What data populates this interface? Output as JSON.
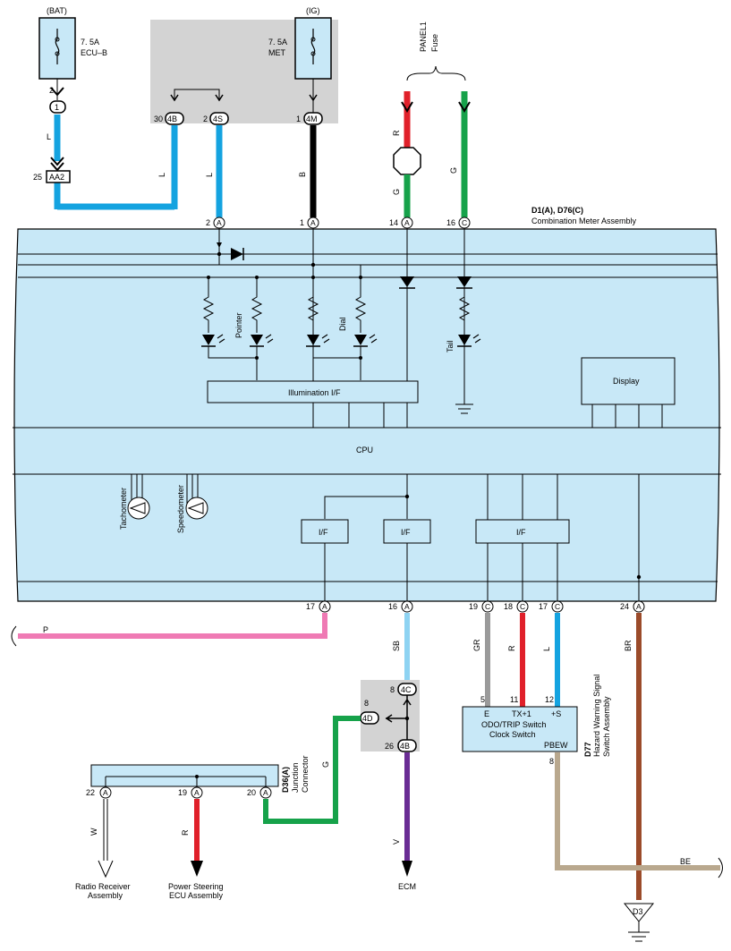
{
  "colors": {
    "meter_fill": "#c8e8f7",
    "relay_gray": "#d3d3d3",
    "wire_L": "#14a3e0",
    "wire_B": "#000000",
    "wire_R": "#e0202a",
    "wire_G": "#16a24a",
    "wire_P": "#ef7ab4",
    "wire_SB": "#8ed3f2",
    "wire_V": "#6a2c94",
    "wire_GR": "#9a9a9a",
    "wire_BR": "#9b4b2a",
    "wire_BE": "#b9a88e",
    "wire_W": "#ffffff"
  },
  "top": {
    "bat": "(BAT)",
    "ig": "(IG)",
    "fuse_bat_amp": "7. 5A",
    "fuse_bat_name": "ECU–B",
    "fuse_met_amp": "7. 5A",
    "fuse_met_name": "MET",
    "panel_fuse_1": "PANEL1",
    "panel_fuse_2": "Fuse"
  },
  "connectors": {
    "bat_pin": "2",
    "bat_id": "1",
    "aa2_pin": "25",
    "aa2_id": "AA2",
    "c4b_pin": "30",
    "c4b_id": "4B",
    "c4s_pin": "2",
    "c4s_id": "4S",
    "c4m_pin": "1",
    "c4m_id": "4M"
  },
  "wires": {
    "L1": "L",
    "L2": "L",
    "L3": "L",
    "B": "B",
    "R": "R",
    "G1": "G",
    "G2": "G",
    "P": "P",
    "SB": "SB",
    "GR": "GR",
    "R2": "R",
    "L4": "L",
    "BR": "BR",
    "G3": "G",
    "W": "W",
    "R3": "R",
    "V": "V",
    "BE": "BE"
  },
  "meter": {
    "id": "D1(A), D76(C)",
    "name": "Combination Meter Assembly",
    "pins_top": [
      {
        "num": "2",
        "letter": "A"
      },
      {
        "num": "1",
        "letter": "A"
      },
      {
        "num": "14",
        "letter": "A"
      },
      {
        "num": "16",
        "letter": "C"
      }
    ],
    "pins_bottom": [
      {
        "num": "17",
        "letter": "A"
      },
      {
        "num": "16",
        "letter": "A"
      },
      {
        "num": "19",
        "letter": "C"
      },
      {
        "num": "18",
        "letter": "C"
      },
      {
        "num": "17",
        "letter": "C"
      },
      {
        "num": "24",
        "letter": "A"
      }
    ],
    "pointer": "Pointer",
    "dial": "Dial",
    "tail": "Tail",
    "illumination_if": "Illumination I/F",
    "display": "Display",
    "cpu": "CPU",
    "if1": "I/F",
    "if2": "I/F",
    "if3": "I/F",
    "tachometer": "Tachometer",
    "speedometer": "Speedometer"
  },
  "relay_box": {
    "c4c_pin": "8",
    "c4c_id": "4C",
    "c4d_pin": "8",
    "c4d_id": "4D",
    "c4b_pin": "26",
    "c4b_id": "4B"
  },
  "switch": {
    "id": "D77",
    "name1": "Hazard Warning Signal",
    "name2": "Switch Assembly",
    "pin_e_num": "5",
    "pin_e": "E",
    "pin_tx_num": "11",
    "pin_tx": "TX+1",
    "pin_s_num": "12",
    "pin_s": "+S",
    "line1": "ODO/TRIP Switch",
    "line2": "Clock Switch",
    "pbew": "PBEW",
    "pbew_num": "8"
  },
  "junction": {
    "id": "D36(A)",
    "name1": "Junction",
    "name2": "Connector",
    "pins": [
      {
        "num": "22",
        "letter": "A"
      },
      {
        "num": "19",
        "letter": "A"
      },
      {
        "num": "20",
        "letter": "A"
      }
    ]
  },
  "destinations": {
    "radio1": "Radio Receiver",
    "radio2": "Assembly",
    "ps1": "Power Steering",
    "ps2": "ECU Assembly",
    "ecm": "ECM",
    "d3": "D3"
  }
}
